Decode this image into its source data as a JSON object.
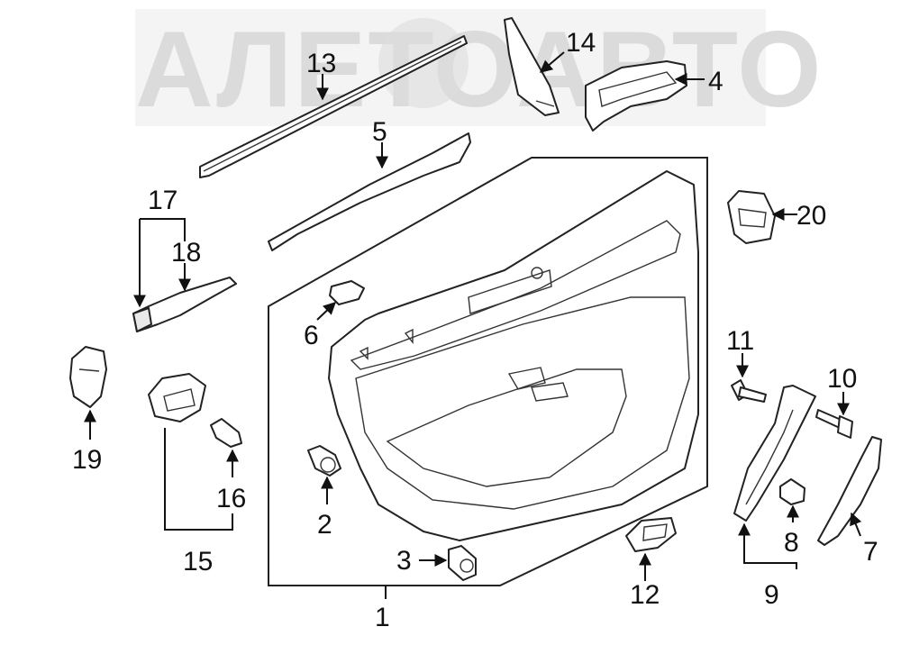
{
  "watermark": {
    "text": "АЛЕТОАВТО"
  },
  "callouts": {
    "c1": "1",
    "c2": "2",
    "c3": "3",
    "c4": "4",
    "c5": "5",
    "c6": "6",
    "c7": "7",
    "c8": "8",
    "c9": "9",
    "c10": "10",
    "c11": "11",
    "c12": "12",
    "c13": "13",
    "c14": "14",
    "c15": "15",
    "c16": "16",
    "c17": "17",
    "c18": "18",
    "c19": "19",
    "c20": "20"
  }
}
